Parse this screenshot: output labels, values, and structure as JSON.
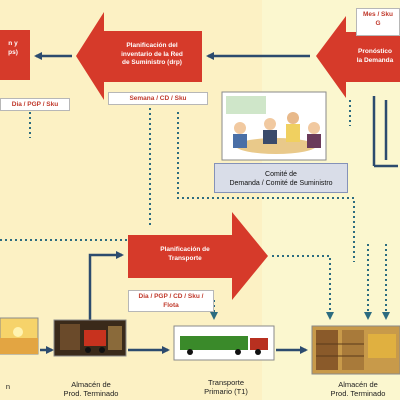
{
  "arrows": {
    "left_partial_line1": "n y",
    "left_partial_line2": "ps)",
    "drp_line1": "Planificación del",
    "drp_line2": "inventario de la Red",
    "drp_line3": "de Suministro (drp)",
    "transporte_line1": "Planificación de",
    "transporte_line2": "Transporte",
    "forecast_line1": "Pronóstico",
    "forecast_line2": "la Demanda"
  },
  "labels": {
    "top_left": "Dia / PGP / Sku",
    "drp": "Semana / CD / Sku",
    "top_right_line1": "Mes / Sku",
    "top_right_line2": "G",
    "transporte_line1": "Dia / PGP / CD / Sku /",
    "transporte_line2": "Flota"
  },
  "committee": {
    "line1": "Comité de",
    "line2": "Demanda / Comité de Suministro"
  },
  "nodes": {
    "left_caption": "n",
    "almacen_pt_line1": "Almacén de",
    "almacen_pt_line2": "Prod. Terminado",
    "transporte_line1": "Transporte",
    "transporte_line2": "Primario (T1)",
    "almacen_right_line1": "Almacén de",
    "almacen_right_line2": "Prod. Terminado"
  },
  "colors": {
    "background": "#fcf1c4",
    "background_right": "#fbf7cf",
    "arrow_red": "#d63a2a",
    "flow_line": "#2c4b6e",
    "dotted_line": "#2c6c80"
  }
}
